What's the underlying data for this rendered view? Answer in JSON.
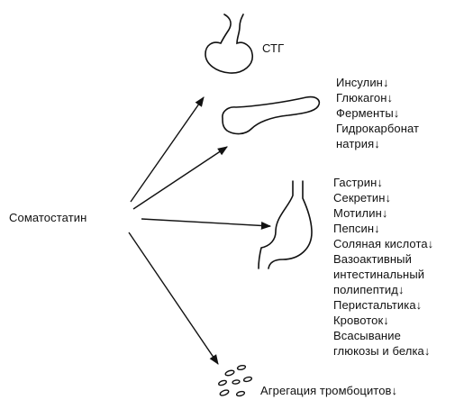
{
  "source": "Соматостатин",
  "targets": {
    "pituitary": {
      "icon": "pituitary-gland-icon",
      "lines": [
        "СТГ"
      ]
    },
    "pancreas": {
      "icon": "pancreas-icon",
      "lines": [
        "Инсулин↓",
        "Глюкагон↓",
        "Ферменты↓",
        "Гидрокарбонат",
        "натрия↓"
      ]
    },
    "stomach": {
      "icon": "stomach-icon",
      "lines": [
        "Гастрин↓",
        "Секретин↓",
        "Мотилин↓",
        "Пепсин↓",
        "Соляная кислота↓",
        "Вазоактивный",
        "интестинальный",
        "полипептид↓",
        "Перистальтика↓",
        "Кровоток↓",
        "Всасывание",
        "глюкозы и белка↓"
      ]
    },
    "platelets": {
      "icon": "platelets-icon",
      "lines": [
        "Агрегация тромбоцитов↓"
      ]
    }
  }
}
